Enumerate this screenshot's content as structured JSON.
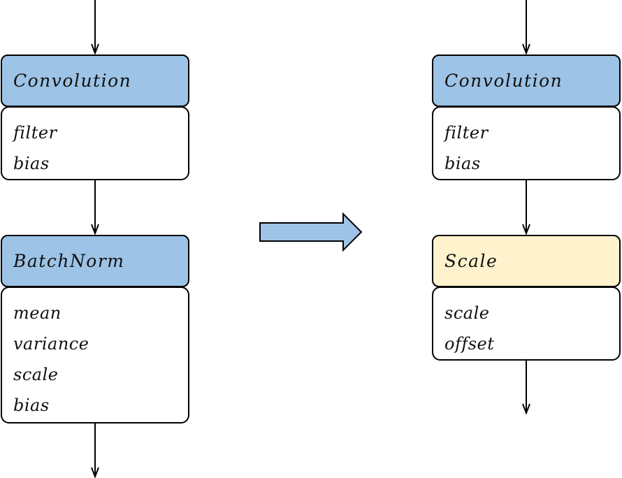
{
  "left": {
    "conv": {
      "title": "Convolution",
      "params": [
        "filter",
        "bias"
      ]
    },
    "bn": {
      "title": "BatchNorm",
      "params": [
        "mean",
        "variance",
        "scale",
        "bias"
      ]
    }
  },
  "right": {
    "conv": {
      "title": "Convolution",
      "params": [
        "filter",
        "bias"
      ]
    },
    "scale": {
      "title": "Scale",
      "params": [
        "scale",
        "offset"
      ]
    }
  },
  "colors": {
    "op_header": "#9dc3e6",
    "fused_header": "#fff2cc",
    "transform_arrow": "#9dc3e6",
    "stroke": "#000000"
  }
}
